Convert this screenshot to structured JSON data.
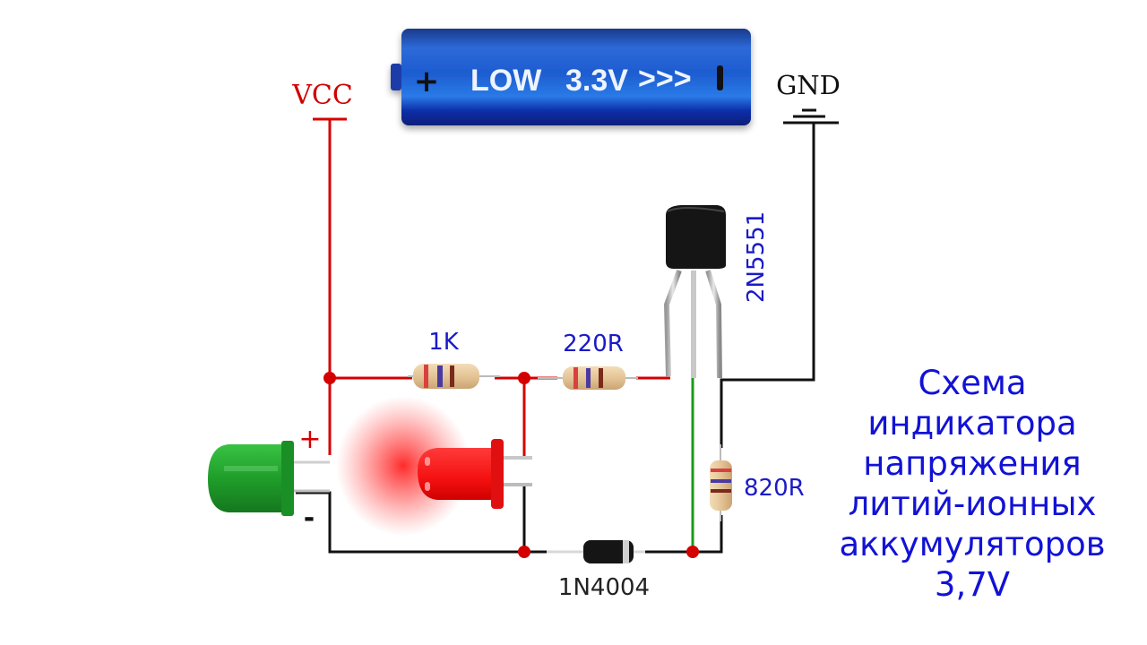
{
  "battery": {
    "status_text": "LOW",
    "voltage": "3.3V",
    "arrows": ">>>",
    "plus_symbol": "+",
    "minus_symbol": "-",
    "color": "#1550c8"
  },
  "power_labels": {
    "vcc": "VCC",
    "gnd": "GND"
  },
  "components": {
    "r1": {
      "label": "1K",
      "bands": [
        "#d94040",
        "#4a3aa0",
        "#7a2a1a"
      ]
    },
    "r2": {
      "label": "220R",
      "bands": [
        "#d94040",
        "#4a3aa0",
        "#7a2a1a"
      ]
    },
    "r3": {
      "label": "820R",
      "bands": [
        "#d94040",
        "#4a3aa0",
        "#7a2a1a"
      ]
    },
    "transistor": {
      "label": "2N5551"
    },
    "diode": {
      "label": "1N4004"
    },
    "led_green": {
      "plus": "+",
      "minus": "-",
      "color": "#1fa02a"
    },
    "led_red": {
      "color": "#ff1a1a",
      "state": "lit"
    }
  },
  "wire_colors": {
    "vcc": "#d40000",
    "gnd": "#111111",
    "base": "#1b9a1b"
  },
  "caption": {
    "lines": [
      "Схема",
      "индикатора",
      "напряжения",
      "литий-ионных",
      "аккумуляторов",
      "3,7V"
    ]
  }
}
